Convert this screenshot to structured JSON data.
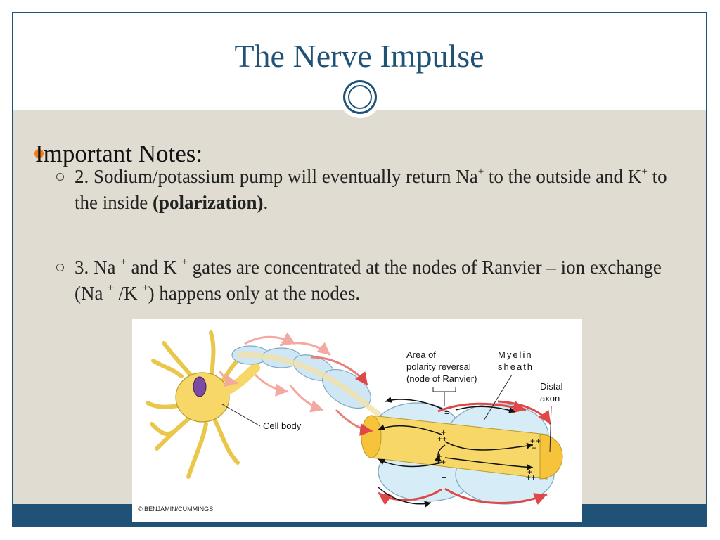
{
  "slide": {
    "title": "The Nerve Impulse",
    "bullet": "Important Notes:",
    "sub1": {
      "a": "2. Sodium/potassium pump will eventually return Na",
      "sup1": "+",
      "b": " to the outside and K",
      "sup2": "+",
      "c": " to the inside ",
      "bold": "(polarization)",
      "d": "."
    },
    "sub2": {
      "a": "3. Na ",
      "sup1": "+",
      "b": " and K ",
      "sup2": "+",
      "c": " gates are concentrated at the nodes of Ranvier – ion exchange (Na ",
      "sup3": "+",
      "d": " /K ",
      "sup4": "+",
      "e": ") happens only at the nodes."
    }
  },
  "figure": {
    "labels": {
      "area1": "Area of",
      "area2": "polarity reversal",
      "area3": "(node of Ranvier)",
      "myelin1": "Myelin",
      "myelin2": "sheath",
      "distal1": "Distal",
      "distal2": "axon",
      "cellbody": "Cell body"
    },
    "credit": "© BENJAMIN/CUMMINGS"
  },
  "colors": {
    "accent": "#1f5276",
    "bullet": "#f07f1b",
    "content_bg": "#e0dcd2"
  }
}
